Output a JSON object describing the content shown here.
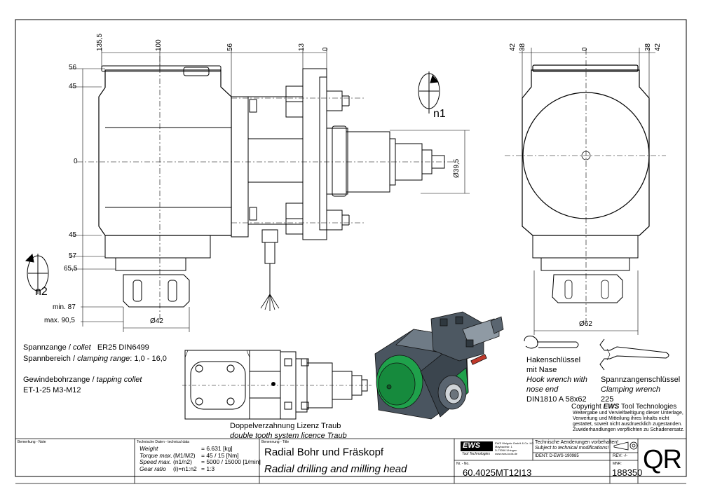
{
  "top_dims_left": [
    "135,5",
    "100",
    "56",
    "13",
    "0"
  ],
  "top_dims_right": [
    "42",
    "38",
    "0",
    "38",
    "42"
  ],
  "left_dims": [
    "56",
    "45",
    "0",
    "45",
    "57",
    "65,5",
    "min. 87",
    "max. 90,5"
  ],
  "dia_42": "Ø42",
  "dia_39_5": "Ø39,5",
  "dia_62": "Ø62",
  "rot_n1": "n1",
  "rot_n2": "n2",
  "specs": {
    "collet_line1_de": "Spannzange / ",
    "collet_line1_en": "collet",
    "collet_line1_val": "ER25   DIN6499",
    "range_de": "Spannbereich / ",
    "range_en": "clamping range",
    "range_val": ": 1,0 - 16,0",
    "tap_de": "Gewindebohrzange / ",
    "tap_en": "tapping collet",
    "tap_val": "ET-1-25   M3-M12"
  },
  "licence_de": "Doppelverzahnung Lizenz Traub",
  "licence_en": "double tooth system licence Traub",
  "wrench1": {
    "de1": "Hakenschlüssel",
    "de2": "mit Nase",
    "en1": "Hook wrench with",
    "en2": "nose end",
    "norm": "DIN1810  A  58x62"
  },
  "wrench2": {
    "de": "Spannzangenschlüssel",
    "en": "Clamping wrench",
    "size": "225"
  },
  "copyright": {
    "line1a": "Copyright ",
    "brand": "EWS",
    "line1b": " Tool Technologies",
    "l2": "Weitergabe und Vervielfaeltigung dieser Unterlage,",
    "l3": "Verwertung und Mitteilung ihres Inhalts nicht",
    "l4": "gestattet, soweit nicht ausdruecklich zugestanden.",
    "l5": "Zuwiderhandlungen verpflichten zu Schadenersatz."
  },
  "titleblock": {
    "remark_label": "Bemerkung - Note",
    "tech_label": "Technische Daten - technical data",
    "tech_rows": [
      {
        "k": "Weight",
        "u": "",
        "v": "=   6.631 [kg]"
      },
      {
        "k": "Torque max.",
        "u": "(M1/M2)",
        "v": "=   45 / 15 [Nm]"
      },
      {
        "k": "Speed max.",
        "u": "(n1/n2)",
        "v": "=   5000 / 15000 [1/min]"
      },
      {
        "k": "Gear ratio",
        "u": "(i)=n1:n2",
        "v": "=   1:3"
      }
    ],
    "name_label": "Benennung - Title",
    "title_de": "Radial Bohr und Fräskopf",
    "title_en": "Radial drilling and milling head",
    "logo": "EWS",
    "logo_sub": "Tool Technologies",
    "company": "EWS Weigele GmbH & Co. KG",
    "company_addr1": "Maybachstr. 1",
    "company_addr2": "D-73066 Uhingen",
    "company_web": "www.ews-tools.de",
    "nr_label": "Nr. - No.",
    "part_no": "60.4025MT12I13",
    "change_de": "Technische Aenderungen vorbehalten!",
    "change_en": "Subject to technical modifications!",
    "ident": "IDENT:  D-EWS-190985",
    "rev": "REV:  -/-",
    "mnr_label": "MNR:",
    "mnr": "188350",
    "qr": "QR"
  }
}
